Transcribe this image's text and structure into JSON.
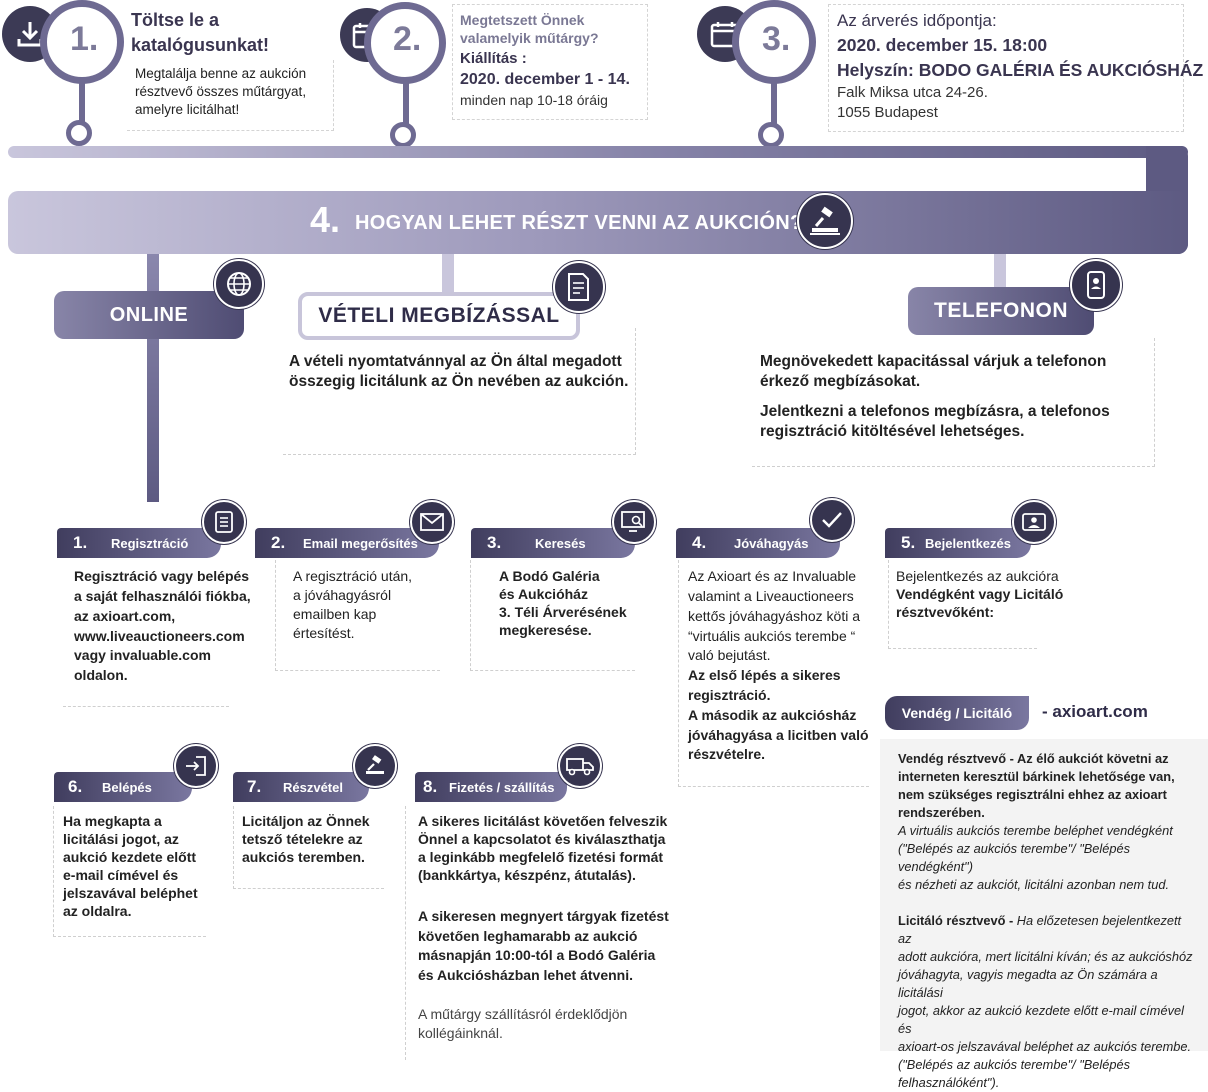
{
  "top": {
    "step1": {
      "number": "1.",
      "title": "Töltse le a katalógusunkat!",
      "desc": "Megtalálja benne az aukción résztvevő összes műtárgyat, amelyre licitálhat!"
    },
    "step2": {
      "number": "2.",
      "question": "Megtetszett Önnek valamelyik műtárgy?",
      "label": "Kiállítás :",
      "dates": "2020. december 1 - 14.",
      "hours": "minden nap 10-18 óráig"
    },
    "step3": {
      "number": "3.",
      "label": "Az árverés időpontja:",
      "datetime": "2020. december 15. 18:00",
      "venue": "Helyszín: BODO GALÉRIA ÉS AUKCIÓSHÁZ",
      "street": "Falk Miksa utca 24-26.",
      "city": "1055 Budapest"
    }
  },
  "banner": {
    "number": "4.",
    "title": "HOGYAN LEHET RÉSZT VENNI AZ AUKCIÓN?"
  },
  "methods": {
    "online": "ONLINE",
    "veteli": {
      "label": "VÉTELI MEGBÍZÁSSAL",
      "desc": "A vételi nyomtatvánnyal az Ön által megadott összegig licitálunk az Ön nevében az aukción."
    },
    "telefon": {
      "label": "TELEFONON",
      "desc1": "Megnövekedett kapacitással várjuk a telefonon érkező megbízásokat.",
      "desc2": "Jelentkezni a telefonos megbízásra, a telefonos regisztráció kitöltésével lehetséges."
    }
  },
  "steps": [
    {
      "num": "1.",
      "label": "Regisztráció",
      "icon": "checklist-icon",
      "lines": [
        "Regisztráció vagy belépés",
        "a saját felhasználói fiókba,",
        "az axioart.com,",
        "www.liveauctioneers.com",
        "vagy  invaluable.com",
        "oldalon."
      ]
    },
    {
      "num": "2.",
      "label": "Email megerősítés",
      "icon": "envelope-icon",
      "lines": [
        "A regisztráció után,",
        "a jóváhagyásról",
        "emailben kap",
        "értesítést."
      ]
    },
    {
      "num": "3.",
      "label": "Keresés",
      "icon": "monitor-search-icon",
      "lines": [
        "A Bodó Galéria",
        "és Aukcióház",
        "3. Téli Árverésének",
        "megkeresése."
      ]
    },
    {
      "num": "4.",
      "label": "Jóváhagyás",
      "icon": "checkmark-icon",
      "lines": [
        "Az Axioart és az Invaluable",
        "valamint a Liveauctioneers",
        "kettős jóváhagyáshoz köti a",
        "“virtuális aukciós terembe “",
        "való bejutást.",
        "Az első lépés a sikeres",
        "regisztráció.",
        "A második az aukciósház",
        "jóváhagyása a licitben való",
        "részvételre."
      ]
    },
    {
      "num": "5.",
      "label": "Bejelentkezés",
      "icon": "id-card-icon",
      "lines": [
        "Bejelentkezés az aukcióra",
        "Vendégként vagy Licitáló",
        "résztvevőként:"
      ]
    },
    {
      "num": "6.",
      "label": "Belépés",
      "icon": "login-icon",
      "lines": [
        "Ha megkapta a",
        "licitálási jogot, az",
        "aukció kezdete előtt",
        "e-mail címével és",
        "jelszavával beléphet",
        "az oldalra."
      ]
    },
    {
      "num": "7.",
      "label": "Részvétel",
      "icon": "gavel-icon",
      "lines": [
        "Licitáljon az Önnek",
        "tetsző tételekre az",
        "aukciós teremben."
      ]
    },
    {
      "num": "8.",
      "label": "Fizetés / szállítás",
      "icon": "truck-icon",
      "para1": [
        "A sikeres licitálást követően felveszik",
        "Önnel a kapcsolatot és kiválaszthatja",
        "a leginkább megfelelő fizetési formát",
        "(bankkártya, készpénz, átutalás)."
      ],
      "para2": [
        "A sikeresen megnyert tárgyak fizetést",
        "követően leghamarabb az aukció",
        "másnapján 10:00-tól a Bodó Galéria",
        "és Aukciósházban lehet átvenni."
      ],
      "para3": [
        "A műtárgy szállításról érdeklődjön",
        "kollégáinknál."
      ]
    }
  ],
  "guest": {
    "tag": "Vendég / Licitáló",
    "site": "- axioart.com",
    "p1_bold": [
      "Vendég résztvevő - Az élő aukciót követni az",
      "interneten keresztül bárkinek lehetősége van,",
      "nem szükséges regisztrálni ehhez az axioart",
      "rendszerében."
    ],
    "p1_ital": [
      "A virtuális aukciós terembe beléphet vendégként",
      "(\"Belépés az aukciós terembe\"/ \"Belépés vendégként\")",
      "és nézheti az aukciót, licitálni azonban nem tud."
    ],
    "p2_head": "Licitáló résztvevő - ",
    "p2_first": "Ha előzetesen bejelentkezett az",
    "p2_ital": [
      "adott aukcióra, mert licitálni kíván; és az aukcióshóz",
      "jóváhagyta, vagyis megadta az Ön számára a licitálási",
      "jogot, akkor az aukció kezdete előtt e-mail címével és",
      "axioart-os jelszavával beléphet az aukciós terembe.",
      "(\"Belépés az aukciós terembe\"/ \"Belépés",
      "felhasználóként\")."
    ]
  }
}
